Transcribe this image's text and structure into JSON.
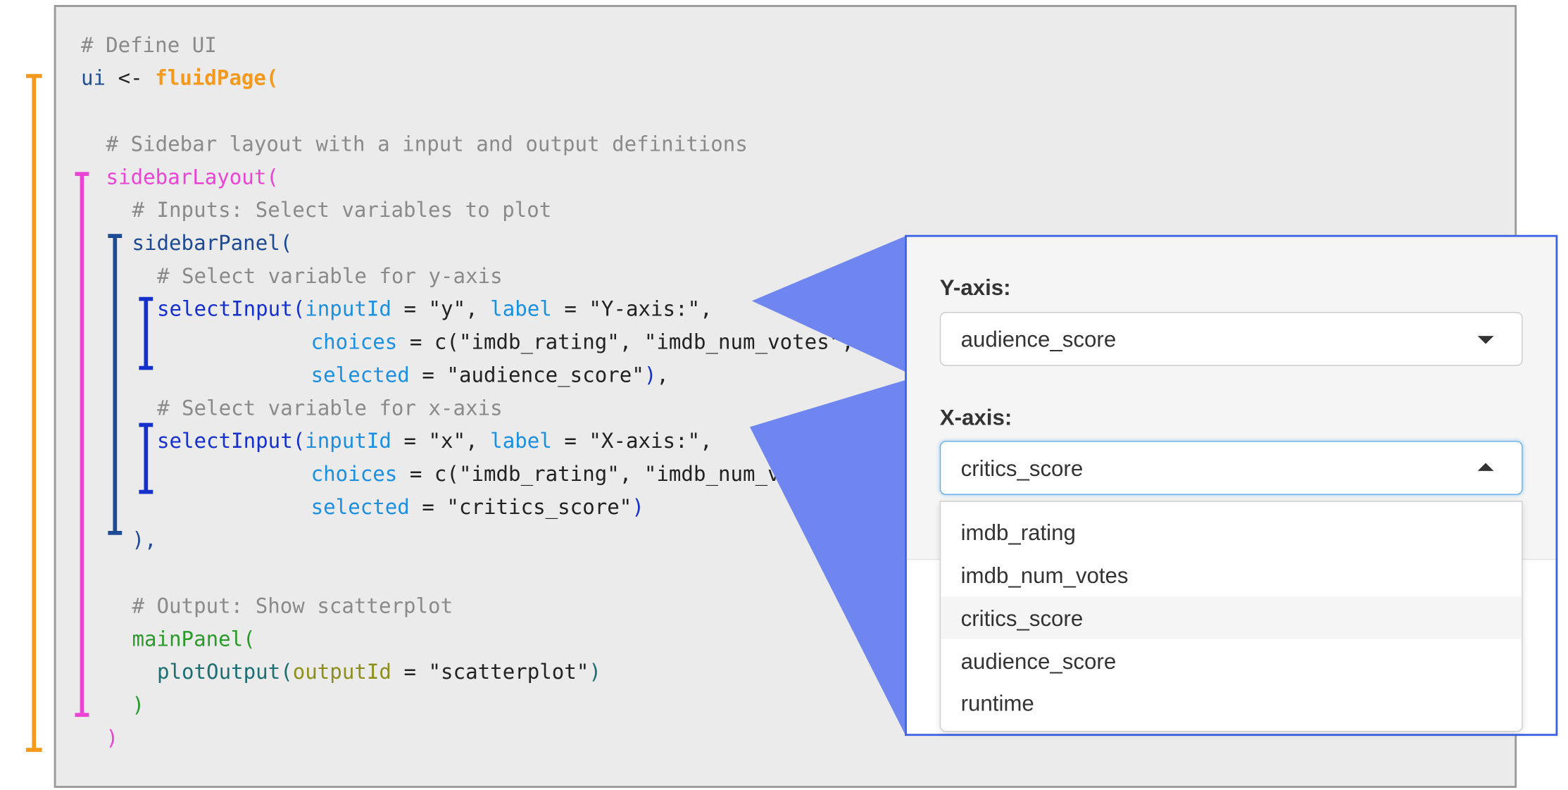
{
  "code": {
    "comment_define_ui": "# Define UI",
    "ui_var": "ui",
    "assign_op": " <- ",
    "fluid_page": "fluidPage(",
    "comment_sidebar_layout": "# Sidebar layout with a input and output definitions",
    "sidebar_layout": "sidebarLayout(",
    "comment_inputs": "# Inputs: Select variables to plot",
    "sidebar_panel": "sidebarPanel(",
    "comment_select_y": "# Select variable for y-axis",
    "select_input": "selectInput(",
    "arg_input_id": "inputId",
    "arg_label": "label",
    "arg_choices": "choices",
    "arg_selected": "selected",
    "eq": " = ",
    "comma_space": ", ",
    "comma": ",",
    "y_id": "\"y\"",
    "y_label": "\"Y-axis:\"",
    "choices_value": "c(\"imdb_rating\", \"imdb_num_votes\", \"c",
    "y_selected": "\"audience_score\"",
    "close_paren": ")",
    "close_paren_comma": "),",
    "comment_select_x": "# Select variable for x-axis",
    "x_id": "\"x\"",
    "x_label": "\"X-axis:\"",
    "x_selected": "\"critics_score\"",
    "comment_output": "# Output: Show scatterplot",
    "main_panel": "mainPanel(",
    "plot_output": "plotOutput(",
    "arg_output_id": "outputId",
    "output_id_value": "\"scatterplot\""
  },
  "app": {
    "y_label": "Y-axis:",
    "y_selected": "audience_score",
    "x_label": "X-axis:",
    "x_selected": "critics_score",
    "options": [
      "imdb_rating",
      "imdb_num_votes",
      "critics_score",
      "audience_score",
      "runtime"
    ],
    "highlighted_option": "critics_score"
  },
  "colors": {
    "fluid_page": "#f39a1e",
    "sidebar_layout": "#ea44d4",
    "sidebar_panel": "#1d4a93",
    "select_input": "#1630cc",
    "main_panel": "#2b9a2b",
    "callout": "#6f86f0",
    "panel_border": "#3c62e4"
  }
}
